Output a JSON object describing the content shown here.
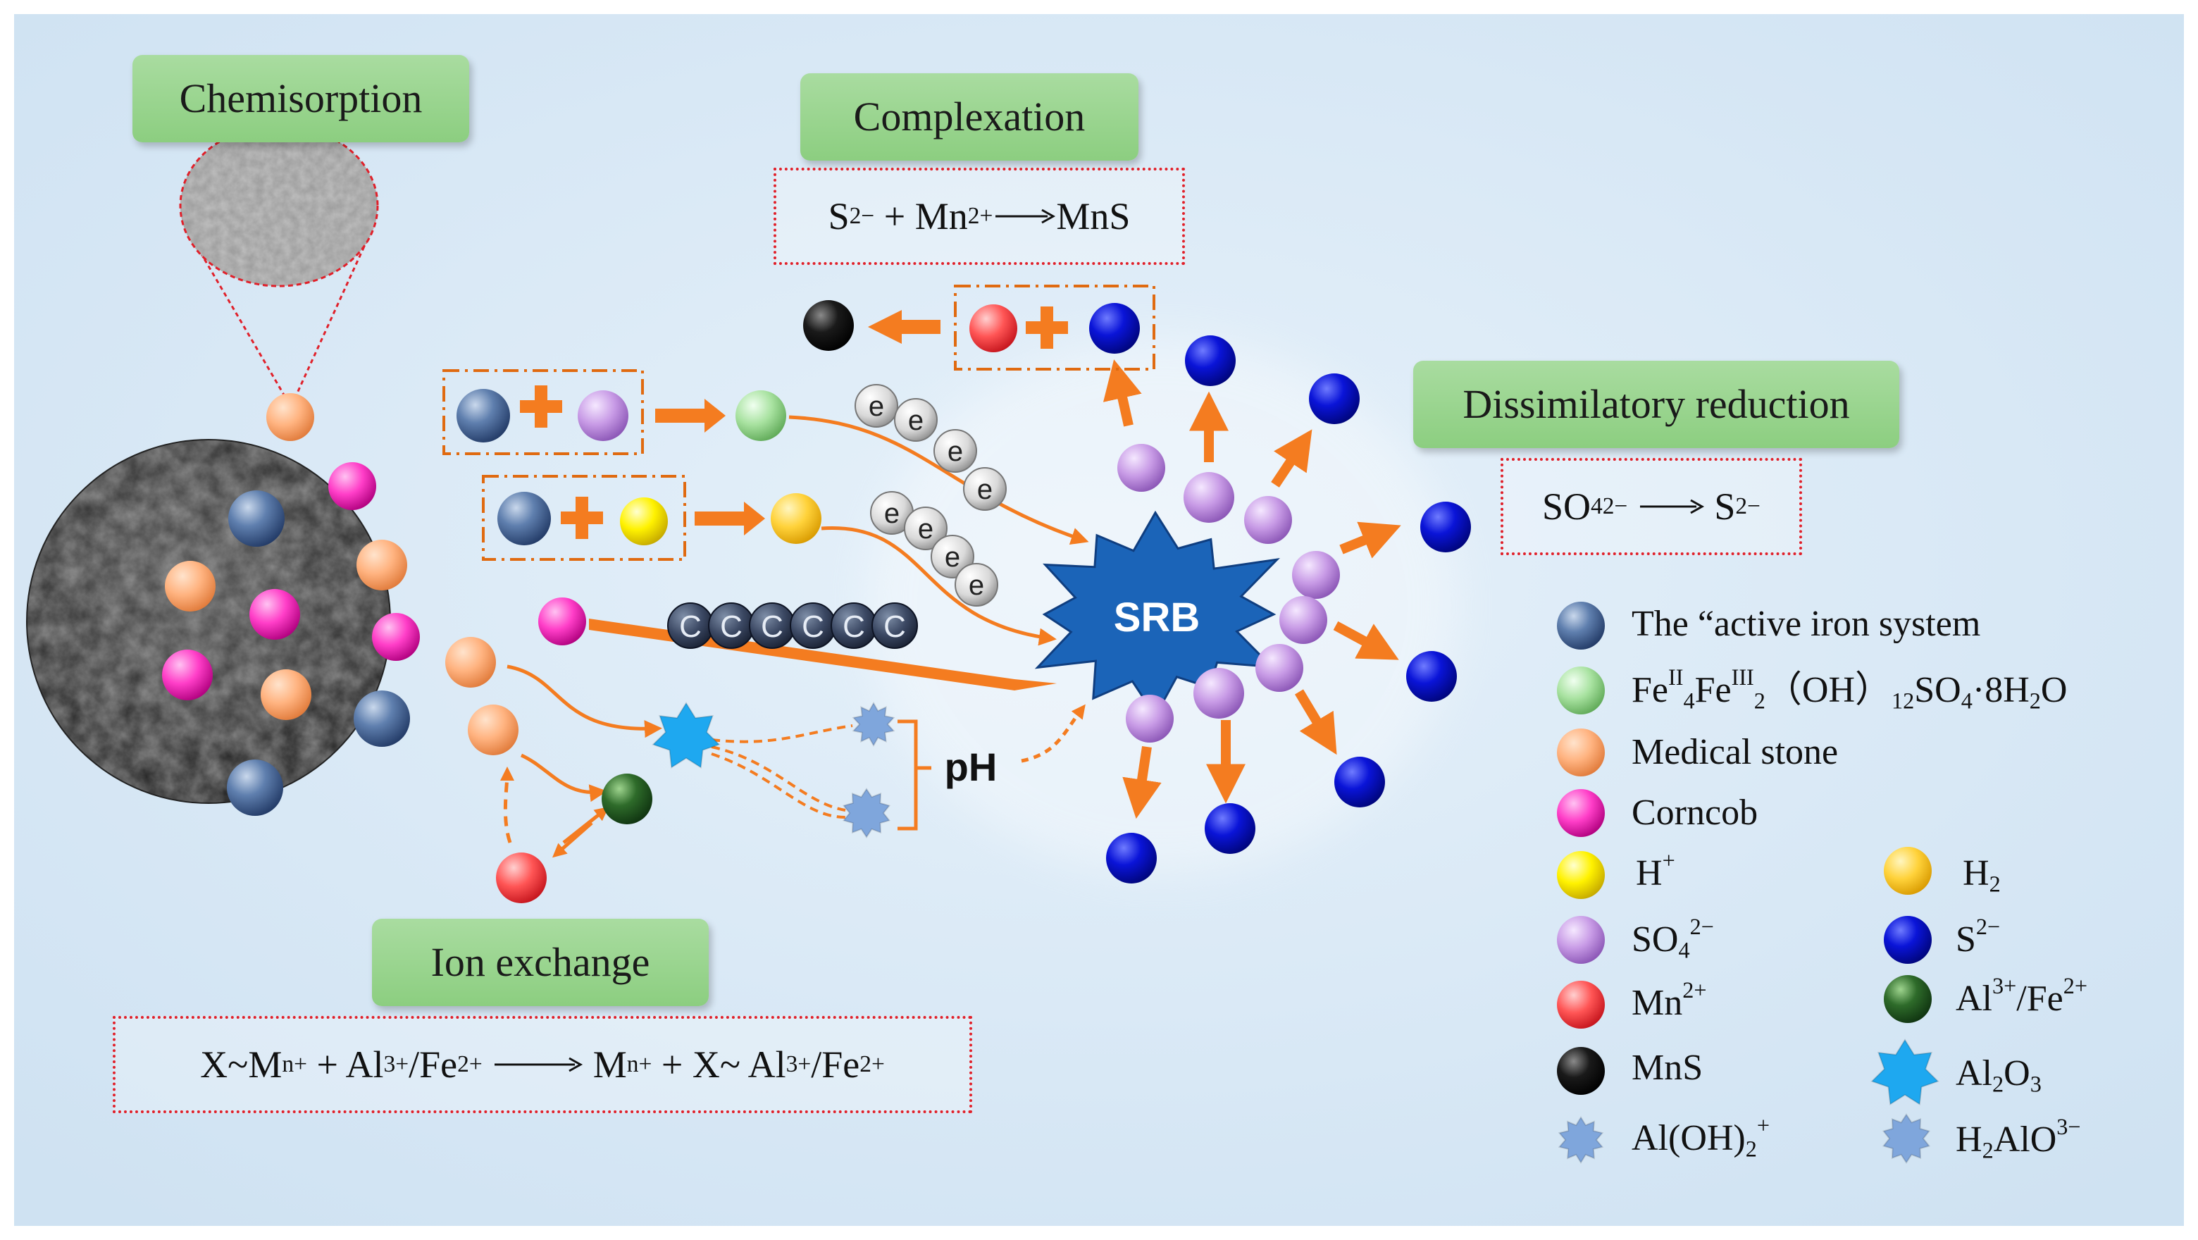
{
  "mechanisms": {
    "chemisorption": "Chemisorption",
    "complexation": "Complexation",
    "dissimilatory": "Dissimilatory reduction",
    "ion_exchange": "Ion exchange"
  },
  "equations": {
    "complexation": {
      "s": "S",
      "s_charge": "2−",
      "plus": "+",
      "mn": "Mn",
      "mn_charge": "2+",
      "product": "MnS"
    },
    "dissimilatory": {
      "so": "SO",
      "sub4": "4",
      "charge": "2−",
      "s": "S",
      "s_charge": "2−"
    },
    "ion_exchange": {
      "x1": "X~M",
      "n1": "n+",
      "plus1": "+ Al",
      "c1": "3+",
      "fe1": "/Fe",
      "c2": "2+",
      "m2": "M",
      "n2": "n+",
      "plus2": "+ X~ Al",
      "c3": "3+",
      "fe2": "/Fe",
      "c4": "2+"
    }
  },
  "labels": {
    "srb": "SRB",
    "ph": "pH",
    "electron": "e",
    "carbon": "C"
  },
  "legend": {
    "active_iron": "The “active iron system",
    "green_rust": {
      "fe1": "Fe",
      "ii": "II",
      "sub4": "4",
      "fe2": "Fe",
      "iii": "III",
      "sub2": "2",
      "oh": "（OH）",
      "sub12": "12",
      "so": "SO",
      "sub4b": "4",
      "tail": "·8H",
      "sub2b": "2",
      "o": "O"
    },
    "medical_stone": "Medical stone",
    "corncob": "Corncob",
    "h_plus": {
      "h": "H",
      "sup": "+"
    },
    "h2": {
      "h": "H",
      "sub": "2"
    },
    "sulfate": {
      "so": "SO",
      "sub": "4",
      "sup": "2−"
    },
    "sulfide": {
      "s": "S",
      "sup": "2−"
    },
    "mn": {
      "mn": "Mn",
      "sup": "2+"
    },
    "al_fe": {
      "al": "Al",
      "sup1": "3+",
      "fe": "/Fe",
      "sup2": "2+"
    },
    "mns": "MnS",
    "al2o3": {
      "al": "Al",
      "sub1": "2",
      "o": "O",
      "sub2": "3"
    },
    "aloh2": {
      "al": "Al(OH)",
      "sub": "2",
      "sup": "+"
    },
    "h2alo3": {
      "h": "H",
      "sub": "2",
      "alo": "AlO",
      "sup": "3−"
    }
  },
  "colors": {
    "background": "#d8e8f5",
    "arrow_orange": "#f47c20",
    "srb_blue": "#1b64b8",
    "label_green": "#97d48a",
    "dotted_red": "#e0202a"
  },
  "icons": [
    "sem-magnifier-icon",
    "starburst-icon",
    "sphere-icon"
  ]
}
